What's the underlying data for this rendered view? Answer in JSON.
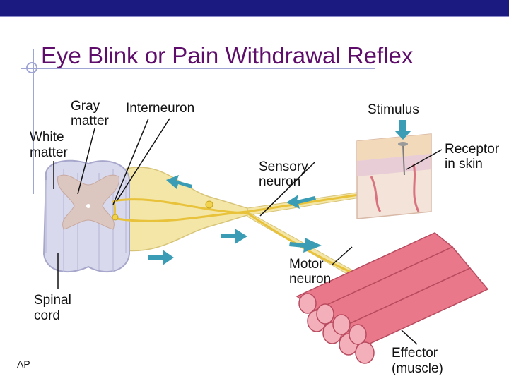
{
  "title": "Eye Blink or Pain Withdrawal Reflex",
  "labels": {
    "gray_matter_1": "Gray",
    "gray_matter_2": "matter",
    "interneuron": "Interneuron",
    "stimulus": "Stimulus",
    "white_matter_1": "White",
    "white_matter_2": "matter",
    "sensory_neuron_1": "Sensory",
    "sensory_neuron_2": "neuron",
    "receptor_1": "Receptor",
    "receptor_2": "in skin",
    "motor_neuron_1": "Motor",
    "motor_neuron_2": "neuron",
    "spinal_cord_1": "Spinal",
    "spinal_cord_2": "cord",
    "effector_1": "Effector",
    "effector_2": "(muscle)"
  },
  "footer": "AP",
  "colors": {
    "header_bar": "#1a1a80",
    "title": "#5e0d6b",
    "white_matter": "#d9d9ee",
    "gray_matter": "#dcc6c0",
    "nerve": "#f3e6a6",
    "neuron_axon": "#e8c23a",
    "arrow": "#3a9db5",
    "muscle": "#e9788a",
    "skin": "#f2d9b9"
  }
}
